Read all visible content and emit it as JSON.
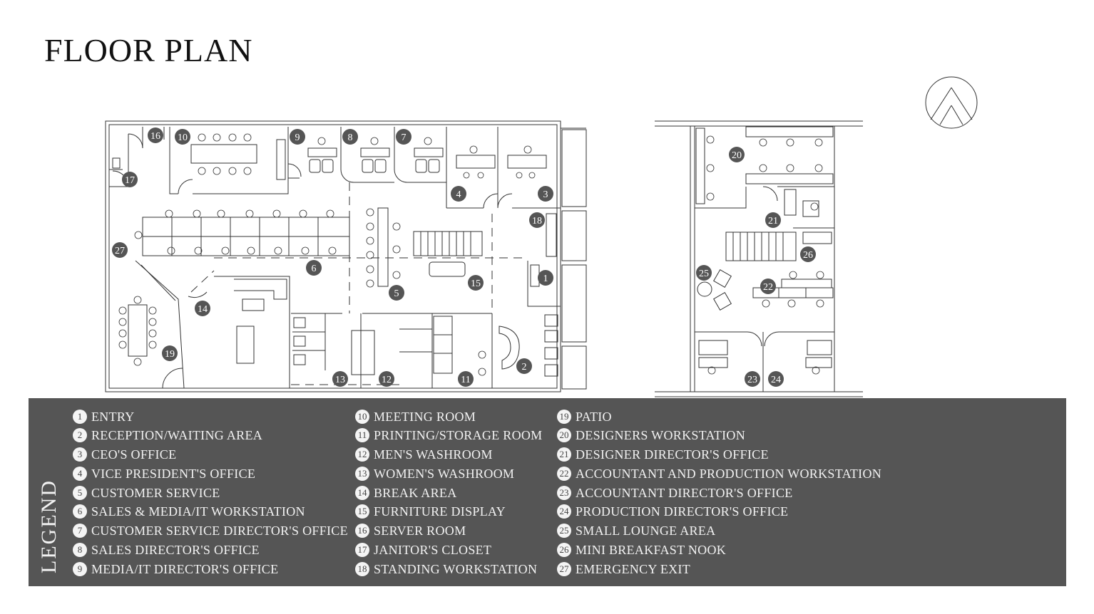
{
  "title": "FLOOR PLAN",
  "legend_title": "LEGEND",
  "legend": {
    "col1": [
      {
        "num": "1",
        "label": "ENTRY"
      },
      {
        "num": "2",
        "label": "RECEPTION/WAITING AREA"
      },
      {
        "num": "3",
        "label": "CEO'S OFFICE"
      },
      {
        "num": "4",
        "label": "VICE PRESIDENT'S OFFICE"
      },
      {
        "num": "5",
        "label": "CUSTOMER SERVICE"
      },
      {
        "num": "6",
        "label": "SALES & MEDIA/IT WORKSTATION"
      },
      {
        "num": "7",
        "label": "CUSTOMER SERVICE DIRECTOR'S OFFICE"
      },
      {
        "num": "8",
        "label": "SALES DIRECTOR'S OFFICE"
      },
      {
        "num": "9",
        "label": "MEDIA/IT DIRECTOR'S OFFICE"
      }
    ],
    "col2": [
      {
        "num": "10",
        "label": "MEETING ROOM"
      },
      {
        "num": "11",
        "label": "PRINTING/STORAGE ROOM"
      },
      {
        "num": "12",
        "label": "MEN'S WASHROOM"
      },
      {
        "num": "13",
        "label": "WOMEN'S WASHROOM"
      },
      {
        "num": "14",
        "label": "BREAK AREA"
      },
      {
        "num": "15",
        "label": "FURNITURE DISPLAY"
      },
      {
        "num": "16",
        "label": "SERVER ROOM"
      },
      {
        "num": "17",
        "label": "JANITOR'S CLOSET"
      },
      {
        "num": "18",
        "label": "STANDING WORKSTATION"
      }
    ],
    "col3": [
      {
        "num": "19",
        "label": "PATIO"
      },
      {
        "num": "20",
        "label": "DESIGNERS WORKSTATION"
      },
      {
        "num": "21",
        "label": "DESIGNER DIRECTOR'S OFFICE"
      },
      {
        "num": "22",
        "label": "ACCOUNTANT AND PRODUCTION WORKSTATION"
      },
      {
        "num": "23",
        "label": "ACCOUNTANT DIRECTOR'S OFFICE"
      },
      {
        "num": "24",
        "label": "PRODUCTION DIRECTOR'S OFFICE"
      },
      {
        "num": "25",
        "label": "SMALL LOUNGE AREA"
      },
      {
        "num": "26",
        "label": "MINI BREAKFAST NOOK"
      },
      {
        "num": "27",
        "label": "EMERGENCY EXIT"
      }
    ]
  },
  "room_markers": [
    "1",
    "2",
    "3",
    "4",
    "5",
    "6",
    "7",
    "8",
    "9",
    "10",
    "11",
    "12",
    "13",
    "14",
    "15",
    "16",
    "17",
    "18",
    "19",
    "20",
    "21",
    "22",
    "23",
    "24",
    "25",
    "26",
    "27"
  ],
  "colors": {
    "legend_bg": "#555555",
    "line": "#333333",
    "marker_fill": "#555555",
    "text_light": "#f2f2f2"
  }
}
